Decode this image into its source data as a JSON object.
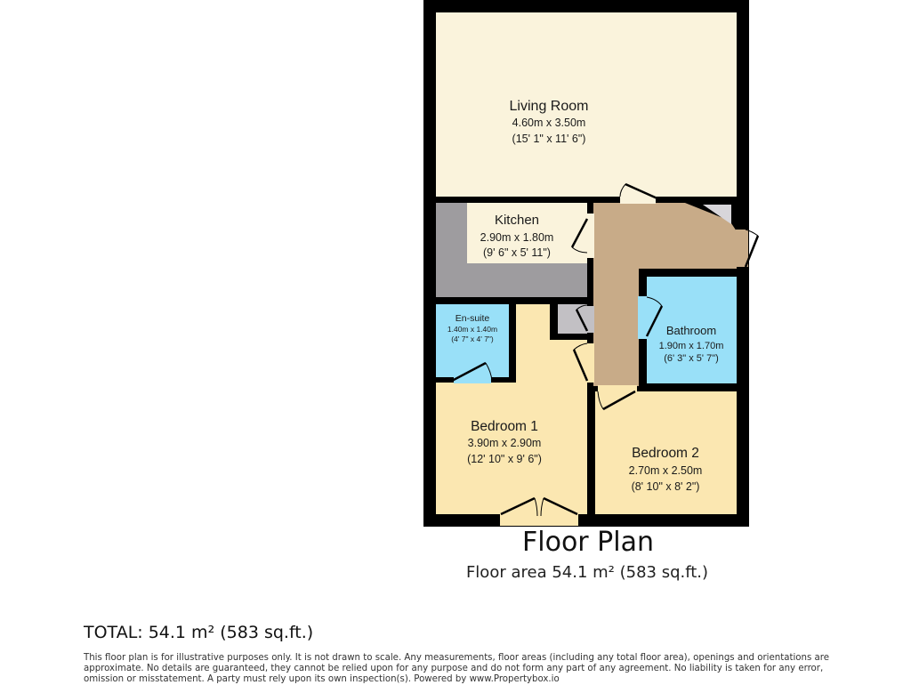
{
  "plan": {
    "title": "Floor Plan",
    "floor_area": "Floor area 54.1 m² (583 sq.ft.)"
  },
  "rooms": {
    "living_room": {
      "name": "Living Room",
      "metric": "4.60m x 3.50m",
      "imperial": "(15' 1\" x 11' 6\")"
    },
    "kitchen": {
      "name": "Kitchen",
      "metric": "2.90m x 1.80m",
      "imperial": "(9' 6\" x 5' 11\")"
    },
    "ensuite": {
      "name": "En-suite",
      "metric": "1.40m x 1.40m",
      "imperial": "(4' 7\" x 4' 7\")"
    },
    "bathroom": {
      "name": "Bathroom",
      "metric": "1.90m x 1.70m",
      "imperial": "(6' 3\" x 5' 7\")"
    },
    "bedroom1": {
      "name": "Bedroom 1",
      "metric": "3.90m x 2.90m",
      "imperial": "(12' 10\" x 9' 6\")"
    },
    "bedroom2": {
      "name": "Bedroom 2",
      "metric": "2.70m x 2.50m",
      "imperial": "(8' 10\" x 8' 2\")"
    }
  },
  "colors": {
    "wall": "#000000",
    "living": "#faf3dc",
    "kitchen_floor": "#faf3dc",
    "worktop": "#9e9c9f",
    "hallway": "#c8ab88",
    "wet_room": "#99e0f8",
    "bedroom": "#fbe7b1",
    "cupboard": "#c2c0c4"
  },
  "footer": {
    "total": "TOTAL: 54.1 m² (583 sq.ft.)",
    "disclaimer": "This floor plan is for illustrative purposes only. It is not drawn to scale. Any measurements, floor areas (including any total floor area), openings and orientations are approximate. No details are guaranteed, they cannot be relied upon for any purpose and do not form any part of any agreement. No liability is taken for any error, omission or misstatement. A party must rely upon its own inspection(s). Powered by www.Propertybox.io"
  }
}
